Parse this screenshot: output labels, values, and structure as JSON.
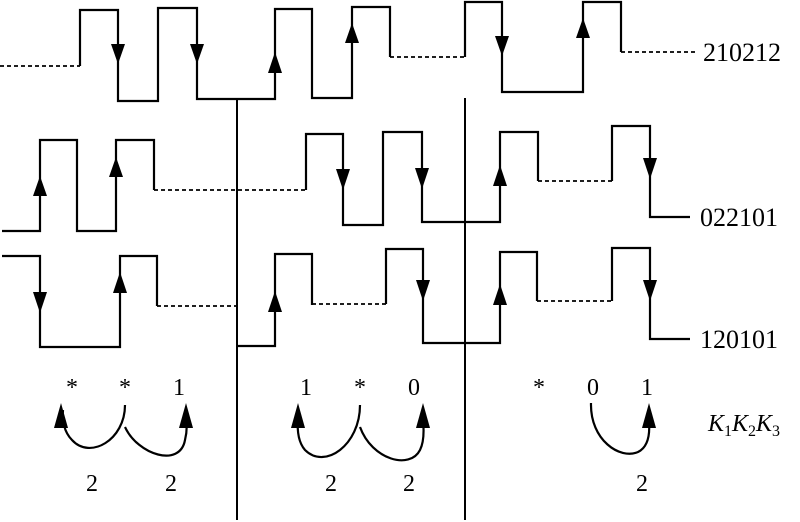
{
  "diagram": {
    "rows": [
      {
        "id": "row-1",
        "code": "210212"
      },
      {
        "id": "row-2",
        "code": "022101"
      },
      {
        "id": "row-3",
        "code": "120101"
      }
    ],
    "annotation_groups": [
      {
        "id": "group-1",
        "symbols": [
          "*",
          "*",
          "1"
        ],
        "arcs": [
          {
            "from_index": 1,
            "to_index": 0,
            "weight": "2"
          },
          {
            "from_index": 1,
            "to_index": 2,
            "weight": "2"
          }
        ]
      },
      {
        "id": "group-2",
        "symbols": [
          "1",
          "*",
          "0"
        ],
        "arcs": [
          {
            "from_index": 1,
            "to_index": 0,
            "weight": "2"
          },
          {
            "from_index": 1,
            "to_index": 2,
            "weight": "2"
          }
        ]
      },
      {
        "id": "group-3",
        "symbols": [
          "*",
          "0",
          "1"
        ],
        "arcs": [
          {
            "from_index": 1,
            "to_index": 2,
            "weight": "2"
          }
        ]
      }
    ],
    "key_label": {
      "parts": [
        {
          "base": "K",
          "sub": "1"
        },
        {
          "base": "K",
          "sub": "2"
        },
        {
          "base": "K",
          "sub": "3"
        }
      ]
    }
  }
}
